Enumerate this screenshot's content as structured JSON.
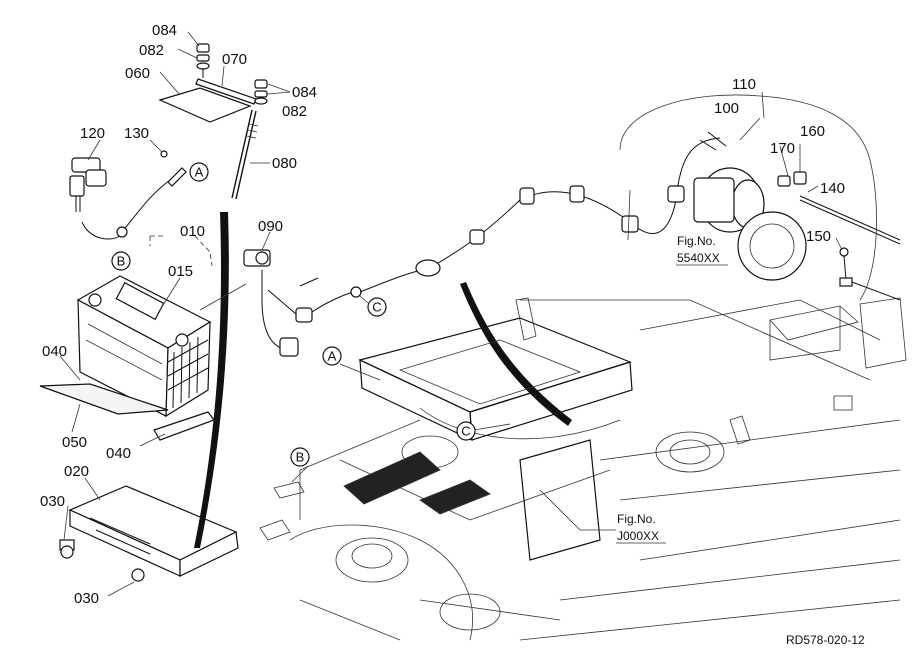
{
  "labels": {
    "p084a": "084",
    "p082a": "082",
    "p070": "070",
    "p060": "060",
    "p084b": "084",
    "p082b": "082",
    "p120": "120",
    "p130": "130",
    "p080": "080",
    "p010": "010",
    "p015": "015",
    "p090": "090",
    "p040a": "040",
    "p050": "050",
    "p040b": "040",
    "p020": "020",
    "p030a": "030",
    "p030b": "030",
    "p110": "110",
    "p100": "100",
    "p160": "160",
    "p170": "170",
    "p140": "140",
    "p150": "150"
  },
  "callouts": {
    "A1": "A",
    "B1": "B",
    "C1": "C",
    "A2": "A",
    "B2": "B",
    "C2": "C"
  },
  "refs": {
    "fig1_line1": "Fig.No.",
    "fig1_line2": "5540XX",
    "fig2_line1": "Fig.No.",
    "fig2_line2": "J000XX"
  },
  "drawing_code": "RD578-020-12"
}
